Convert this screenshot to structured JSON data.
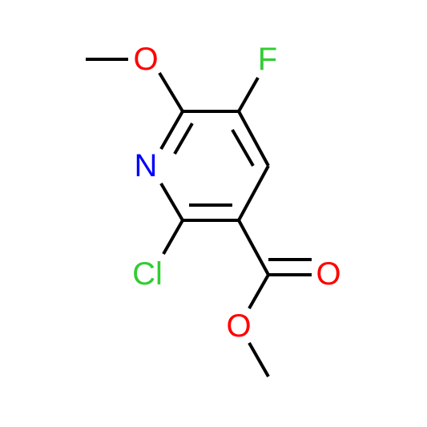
{
  "molecule": {
    "atoms": {
      "methoxy_oxygen": {
        "label": "O",
        "color": "#ff0000"
      },
      "fluorine": {
        "label": "F",
        "color": "#33cc33"
      },
      "ring_nitrogen": {
        "label": "N",
        "color": "#0000ff"
      },
      "chlorine": {
        "label": "Cl",
        "color": "#33cc33"
      },
      "carbonyl_oxygen": {
        "label": "O",
        "color": "#ff0000"
      },
      "ester_oxygen": {
        "label": "O",
        "color": "#ff0000"
      }
    },
    "bond_color": "#000000"
  }
}
